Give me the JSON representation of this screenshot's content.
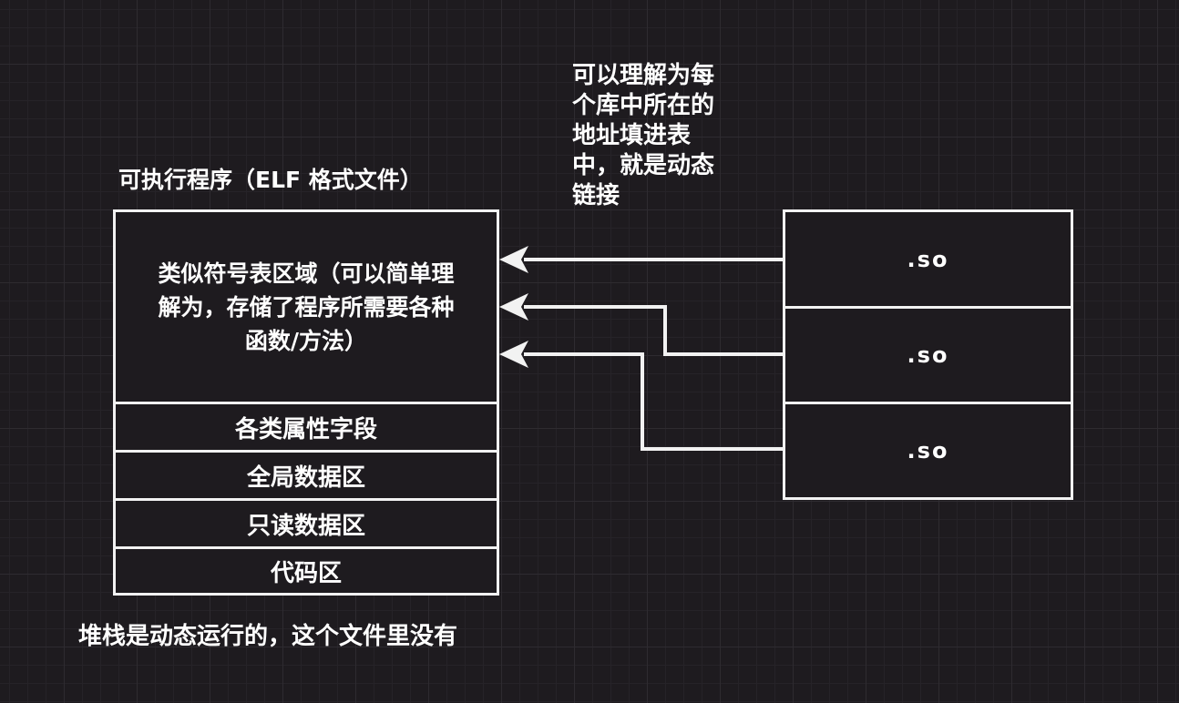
{
  "diagram": {
    "title": "可执行程序（ELF 格式文件）",
    "note": "可以理解为每个库中所在的地址填进表中，就是动态链接",
    "symbol_table": {
      "lines": [
        "类似符号表区域（可以简单理",
        "解为，存储了程序所需要各种",
        "函数/方法）"
      ]
    },
    "sections": [
      "各类属性字段",
      "全局数据区",
      "只读数据区",
      "代码区"
    ],
    "libraries": [
      ".so",
      ".so",
      ".so"
    ],
    "footer": "堆栈是动态运行的，这个文件里没有",
    "colors": {
      "background": "#1e1b1f",
      "stroke": "#f2f2f2",
      "text": "#ffffff"
    }
  }
}
